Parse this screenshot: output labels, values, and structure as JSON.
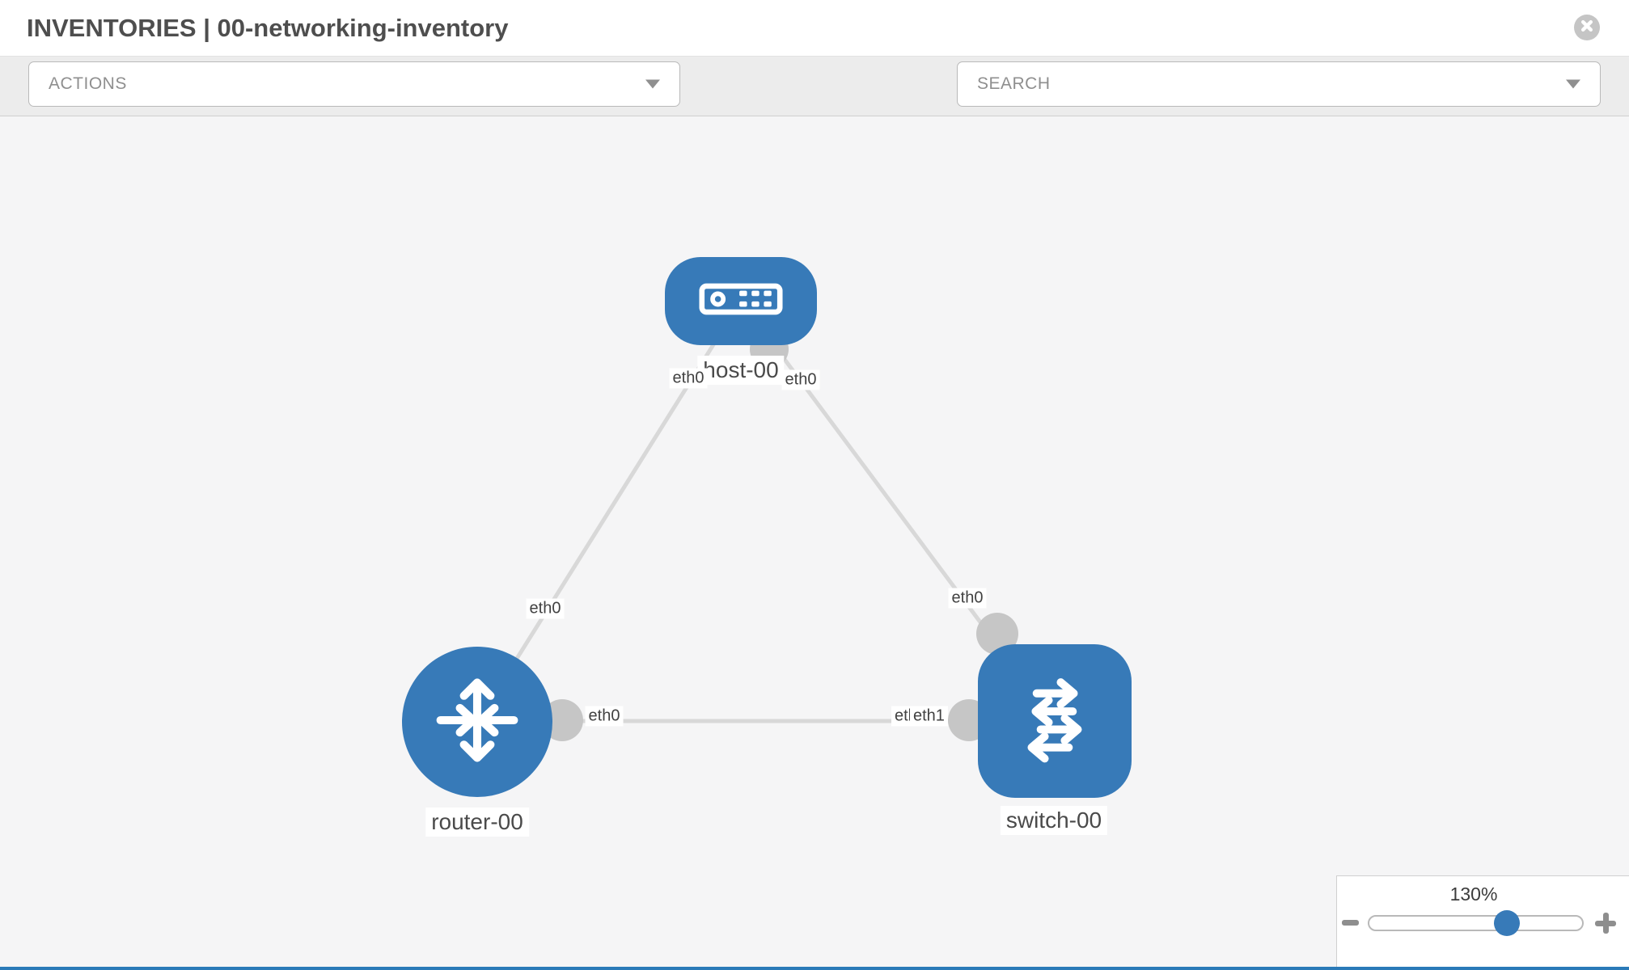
{
  "header": {
    "title": "INVENTORIES | 00-networking-inventory"
  },
  "toolbar": {
    "actions_value": "ACTIONS",
    "search_value": "SEARCH"
  },
  "topology": {
    "nodes": [
      {
        "label": "host-00",
        "type": "host"
      },
      {
        "label": "router-00",
        "type": "router"
      },
      {
        "label": "switch-00",
        "type": "switch"
      }
    ],
    "iface_labels": [
      "eth0",
      "eth0",
      "eth0",
      "eth0",
      "eth0",
      "eth0",
      "eth1"
    ]
  },
  "zoom_control": {
    "level": "130%"
  },
  "colors": {
    "node_blue": "#377ab8",
    "link_gray": "#d8d8d8",
    "connector_gray": "#c6c6c6",
    "toolbar_gray": "#ececec",
    "canvas_gray": "#f5f5f6",
    "bottom_bar_blue": "#2a7ab8"
  }
}
